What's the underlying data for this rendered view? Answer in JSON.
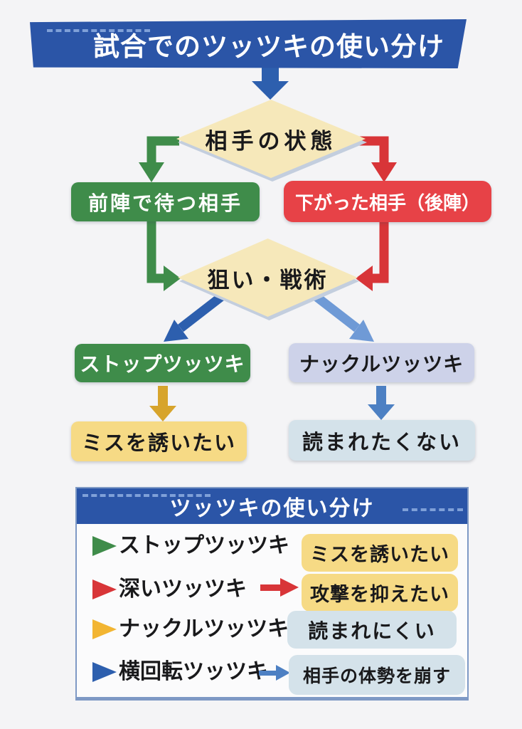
{
  "palette": {
    "page-bg": "#f4f4f6",
    "banner-blue": "#2b55a7",
    "dash-blue": "#7fa0d8",
    "green": "#3f8c4a",
    "red": "#d83538",
    "red-box": "#e74247",
    "gold": "#d7a42c",
    "gold-bright": "#f2b532",
    "blue-dark": "#2d5fae",
    "blue-mid": "#4d80c3",
    "blue-light": "#6f9ad6",
    "cream": "#f6e8ba",
    "yellow-box": "#f6da85",
    "lavender": "#cdd2e9",
    "lightblue": "#d4e2ea",
    "panel-bg": "#fbfbfc",
    "panel-border": "#7e99c5"
  },
  "title": "試合でのツッツキの使い分け",
  "flowchart": {
    "diamond1": "相手の状態",
    "left_branch": "前陣で待つ相手",
    "right_branch": "下がった相手（後陣）",
    "diamond2": "狙い・戦術",
    "left_technique": "ストップツッツキ",
    "right_technique": "ナックルツッツキ",
    "left_goal": "ミスを誘いたい",
    "right_goal": "読まれたくない"
  },
  "legend": {
    "title": "ツッツキの使い分け",
    "rows": [
      {
        "marker": "green",
        "label": "ストップツッツキ",
        "effect": "ミスを誘いたい"
      },
      {
        "marker": "red",
        "label": "深いツッツキ",
        "effect": "攻撃を抑えたい"
      },
      {
        "marker": "gold-bright",
        "label": "ナックルツッツキ",
        "effect": "読まれにくい"
      },
      {
        "marker": "blue-dark",
        "label": "横回転ツッツキ",
        "effect": "相手の体勢を崩す"
      }
    ]
  }
}
